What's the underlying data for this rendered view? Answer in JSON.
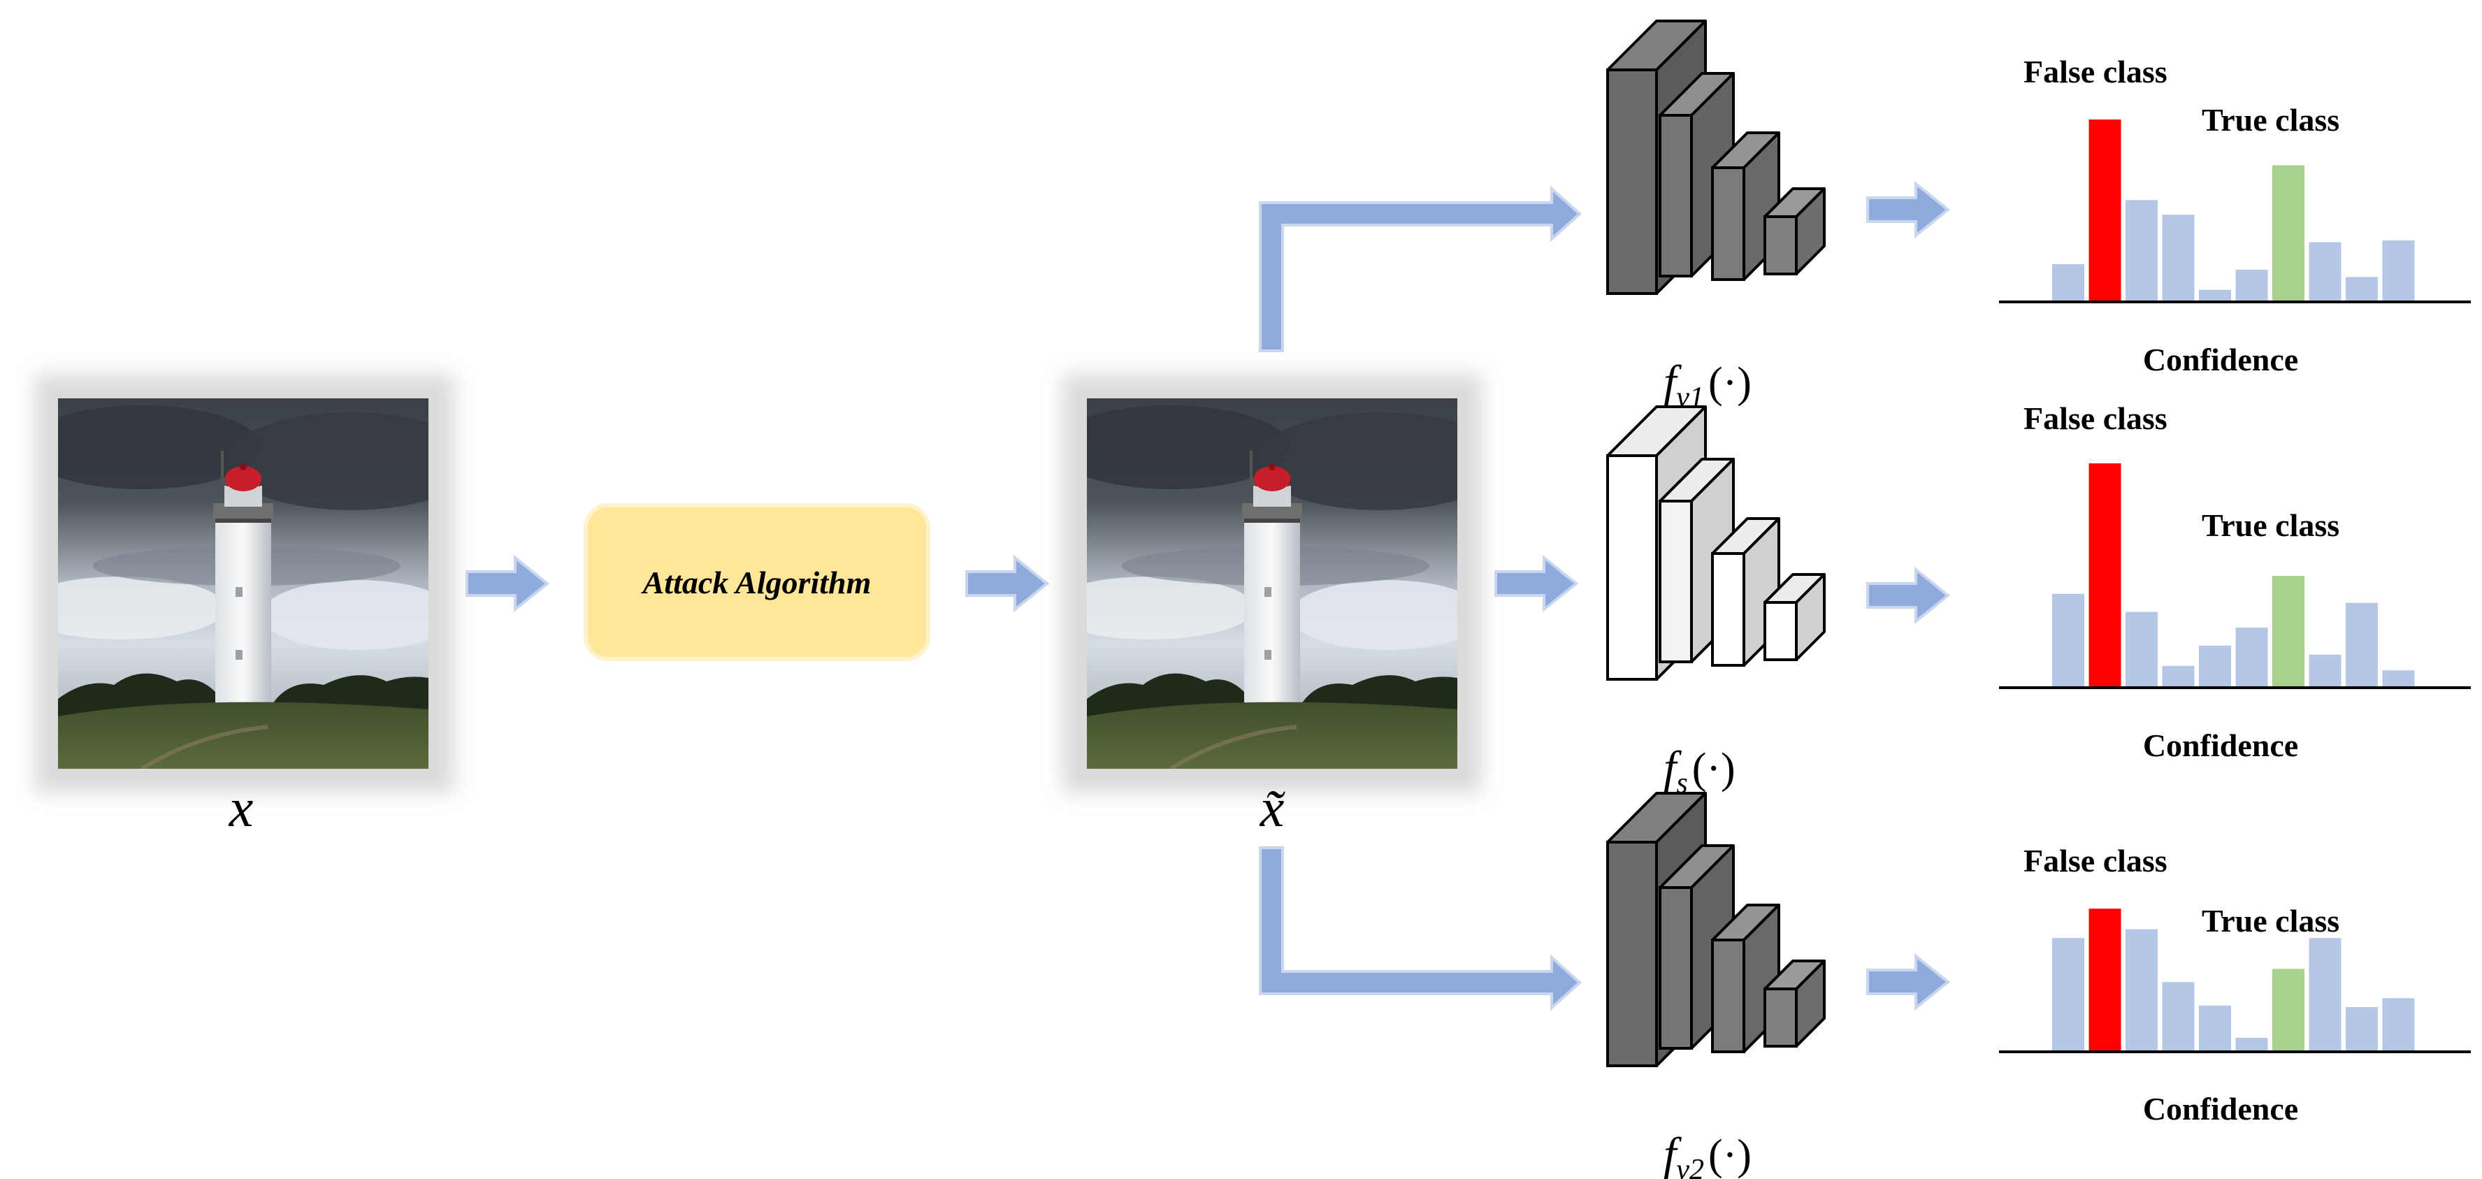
{
  "input_image": {
    "label": "x",
    "description_icon": "lighthouse-photo"
  },
  "adversarial_image": {
    "label": "x̃",
    "description_icon": "lighthouse-photo"
  },
  "attack": {
    "label": "Attack Algorithm",
    "color": "#FFE699"
  },
  "models": [
    {
      "name_main": "f",
      "name_sub": "v1",
      "name_tail": "(·)",
      "style": "dark"
    },
    {
      "name_main": "f",
      "name_sub": "s",
      "name_tail": "(·)",
      "style": "light"
    },
    {
      "name_main": "f",
      "name_sub": "v2",
      "name_tail": "(·)",
      "style": "dark"
    }
  ],
  "colors": {
    "arrow": "#8FAADC",
    "bar_default": "#B4C7E7",
    "bar_false": "#FF0000",
    "bar_true": "#A9D18E",
    "cnn_dark": "#6B6B6B",
    "cnn_light": "#FFFFFF"
  },
  "chart_data": [
    {
      "type": "bar",
      "xlabel": "Confidence",
      "false_label": "False class",
      "true_label": "True class",
      "false_index": 1,
      "true_index": 6,
      "values": [
        0.21,
        1.0,
        0.56,
        0.48,
        0.07,
        0.18,
        0.75,
        0.33,
        0.14,
        0.34
      ]
    },
    {
      "type": "bar",
      "xlabel": "Confidence",
      "false_label": "False class",
      "true_label": "True class",
      "false_index": 1,
      "true_index": 6,
      "values": [
        0.42,
        1.0,
        0.34,
        0.1,
        0.19,
        0.27,
        0.5,
        0.15,
        0.38,
        0.08
      ]
    },
    {
      "type": "bar",
      "xlabel": "Confidence",
      "false_label": "False class",
      "true_label": "True class",
      "false_index": 1,
      "true_index": 6,
      "values": [
        0.78,
        0.98,
        0.84,
        0.48,
        0.32,
        0.1,
        0.57,
        0.78,
        0.31,
        0.37
      ]
    }
  ]
}
